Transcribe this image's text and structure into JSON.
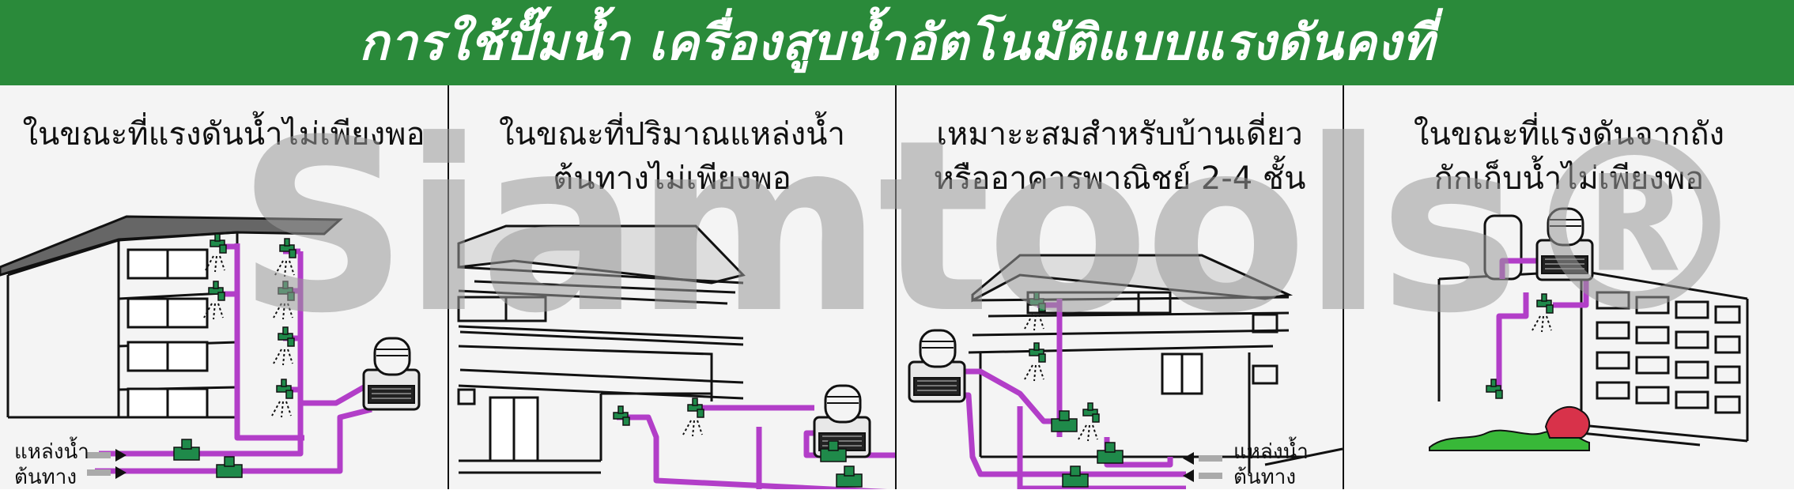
{
  "title": "การใช้ปั๊มน้ำ เครื่องสูบน้ำอัตโนมัติแบบแรงดันคงที่",
  "panels": [
    {
      "caption_line1": "ในขณะที่แรงดันน้ำไม่เพียงพอ",
      "caption_line2": ""
    },
    {
      "caption_line1": "ในขณะที่ปริมาณแหล่งน้ำ",
      "caption_line2": "ต้นทางไม่เพียงพอ"
    },
    {
      "caption_line1": "เหมาะะสมสำหรับบ้านเดี่ยว",
      "caption_line2": "หรืออาคารพาณิชย์ 2-4 ชั้น"
    },
    {
      "caption_line1": "ในขณะที่แรงดันจากถัง",
      "caption_line2": "กักเก็บน้ำไม่เพียงพอ"
    }
  ],
  "source_labels": {
    "left_line1": "แหล่งน้ำ",
    "left_line2": "ต้นทาง",
    "right_line1": "แหล่งน้ำ",
    "right_line2": "ต้นทาง"
  },
  "watermark": "Siamtools®",
  "colors": {
    "header": "#2a8a3a",
    "pipe": "#b23ec8",
    "fitting": "#1f8a4a",
    "line": "#111111",
    "panel_bg": "#f4f4f4"
  }
}
